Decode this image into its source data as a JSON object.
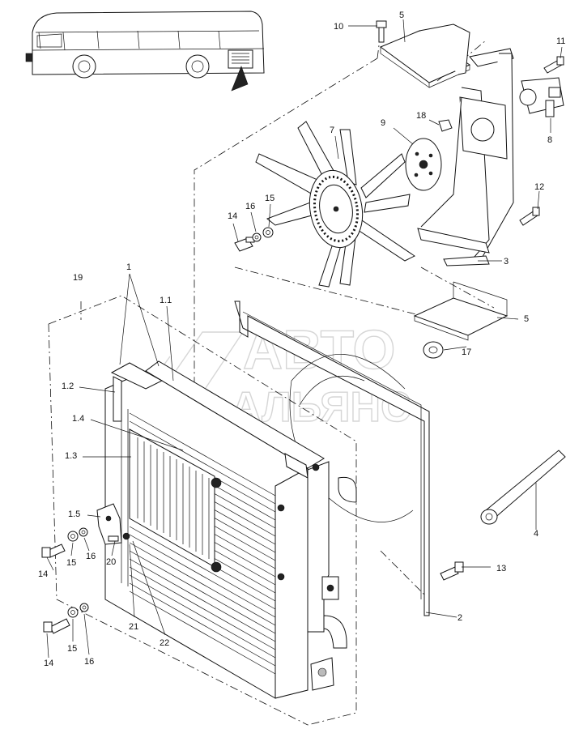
{
  "watermark": {
    "line1": "АВТО",
    "line2": "АЛЬЯНС"
  },
  "labels": {
    "p10": "10",
    "p5a": "5",
    "p11": "11",
    "p18": "18",
    "p8": "8",
    "p9": "9",
    "p7": "7",
    "p12": "12",
    "p16a": "16",
    "p15a": "15",
    "p14a": "14",
    "p3": "3",
    "p19": "19",
    "p1": "1",
    "p1_1": "1.1",
    "p5b": "5",
    "p17": "17",
    "p1_2": "1.2",
    "p1_4": "1.4",
    "p1_3": "1.3",
    "p1_5": "1.5",
    "p4": "4",
    "p20": "20",
    "p15b": "15",
    "p16b": "16",
    "p14b": "14",
    "p13": "13",
    "p21": "21",
    "p22": "22",
    "p2": "2",
    "p15c": "15",
    "p16c": "16",
    "p14c": "14"
  }
}
